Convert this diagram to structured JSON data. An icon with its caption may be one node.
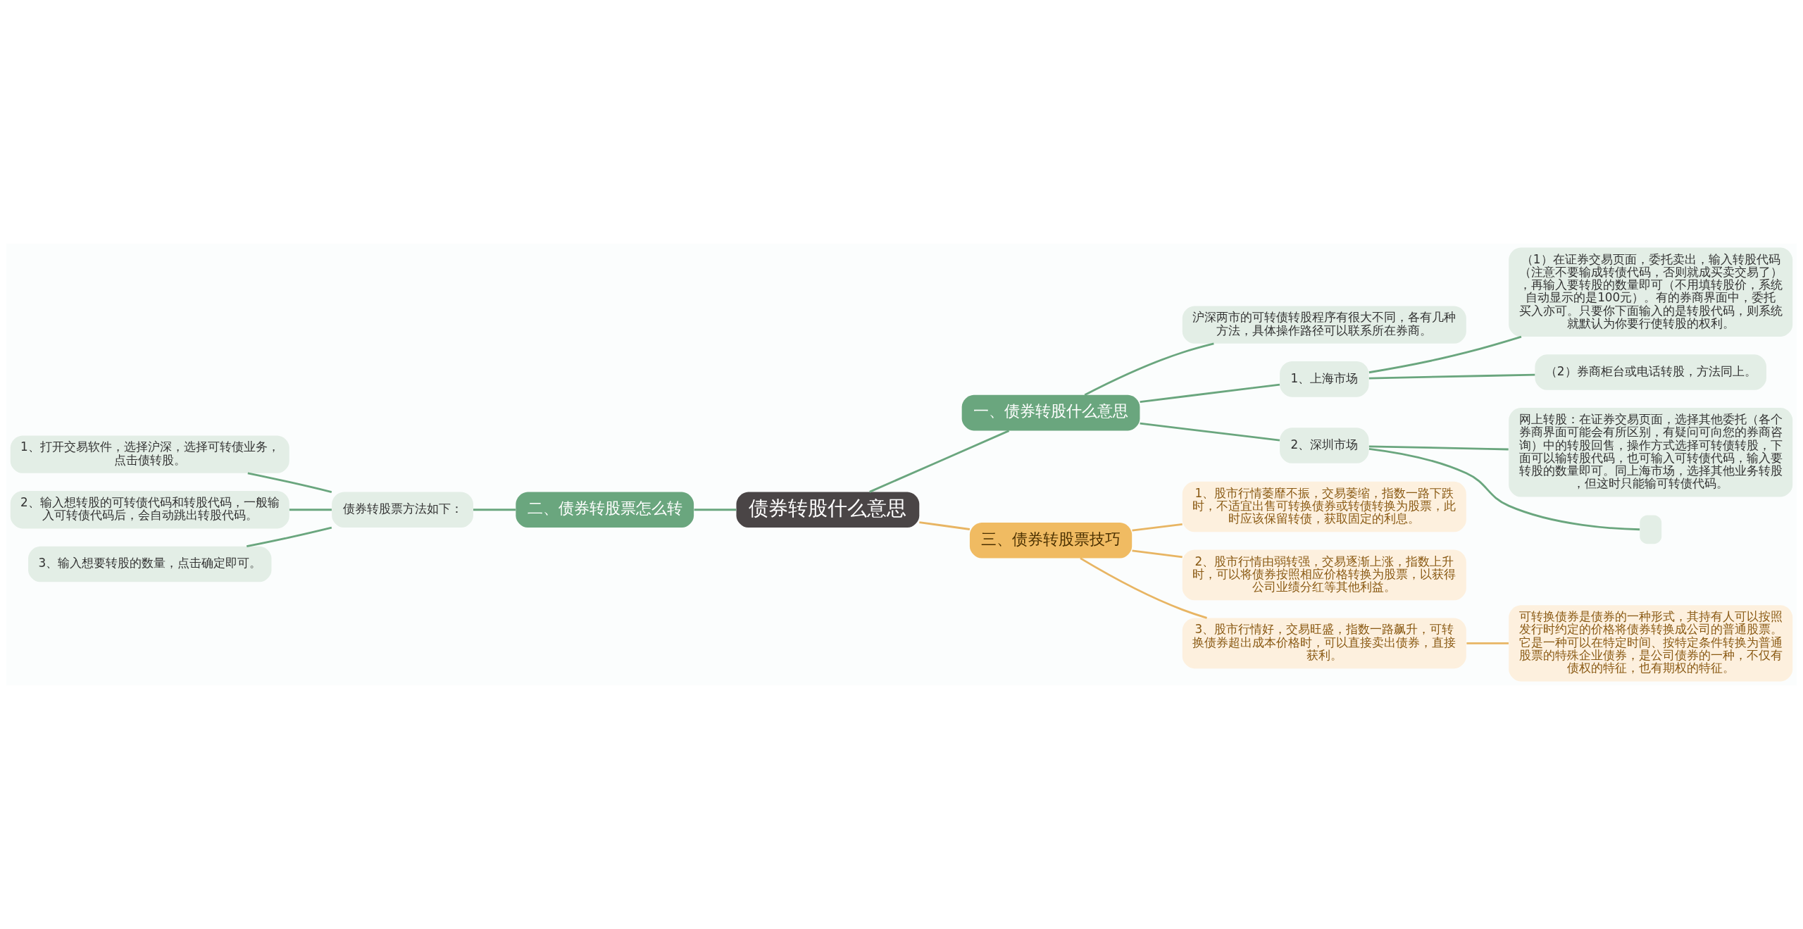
{
  "diagram": {
    "nodes": [
      {
        "text": [
          "债券转股什么意思"
        ]
      },
      {
        "text": [
          "一、债券转股什么意思"
        ]
      },
      {
        "text": [
          "沪深两市的可转债转股程序有很大不同，各有几种方法，具体操作路径可以联系所在券商。"
        ]
      },
      {
        "text": [
          "1、上海市场"
        ]
      },
      {
        "text": [
          "（1）在证券交易页面，委托卖出，输入转股代码（注意不要输成转债代码，否则就成买卖交易了），再输入要转股的数量即可（不用填转股价，系统自动显示的是100元）。有的券商界面中，委托买入亦可。只要你下面输入的是转股代码，则系统就默认为你要行使转股的权利。"
        ]
      },
      {
        "text": [
          "（2）券商柜台或电话转股，方法同上。"
        ]
      },
      {
        "text": [
          "2、深圳市场"
        ]
      },
      {
        "text": [
          "网上转股：在证券交易页面，选择其他委托（各个券商界面可能会有所区别，有疑问可向您的券商咨询）中的转股回售，操作方式选择可转债转股，下面可以输转股代码，也可输入可转债代码，输入要转股的数量即可。同上海市场，选择其他业务转股，但这时只能输可转债代码。"
        ]
      },
      {
        "text": [],
        "shape": "box"
      },
      {
        "text": [
          "二、债券转股票怎么转"
        ]
      },
      {
        "text": [
          "债券转股票方法如下："
        ]
      },
      {
        "text": [
          "1、打开交易软件，选择沪深，选择可转债业务，点击债转股。"
        ]
      },
      {
        "text": [
          "2、输入想转股的可转债代码和转股代码，一般输入可转债代码后，会自动跳出转股代码。"
        ]
      },
      {
        "text": [
          "3、输入想要转股的数量，点击确定即可。"
        ]
      },
      {
        "text": [
          "三、债券转股票技巧"
        ]
      },
      {
        "text": [
          "1、股市行情萎靡不振，交易萎缩，指数一路下跌时，不适宜出售可转换债券或转债转换为股票，此时应该保留转债，获取固定的利息。"
        ]
      },
      {
        "text": [
          "2、股市行情由弱转强，交易逐渐上涨，指数上升时，可以将债券按照相应价格转换为股票，以获得公司业绩分红等其他利益。"
        ]
      },
      {
        "text": [
          "3、股市行情好，交易旺盛，指数一路飙升，可转换债券超出成本价格时，可以直接卖出债券，直接获利。"
        ]
      },
      {
        "text": [
          "可转换债券是债券的一种形式，其持有人可以按照发行时约定的价格将债券转换成公司的普通股票。它是一种可以在特定时间、按特定条件转换为普通股票的特殊企业债券，是公司债券的一种，不仅有债权的特征，也有期权的特征。"
        ]
      }
    ],
    "edges": [
      {
        "from": 0,
        "to": 1,
        "arrow": "none"
      },
      {
        "from": 1,
        "to": 2,
        "arrow": "none"
      },
      {
        "from": 1,
        "to": 3,
        "arrow": "none"
      },
      {
        "from": 3,
        "to": 4,
        "arrow": "none"
      },
      {
        "from": 3,
        "to": 5,
        "arrow": "none"
      },
      {
        "from": 1,
        "to": 6,
        "arrow": "none"
      },
      {
        "from": 6,
        "to": 7,
        "arrow": "none"
      },
      {
        "from": 6,
        "to": 8,
        "arrow": "none"
      },
      {
        "from": 0,
        "to": 9,
        "arrow": "none"
      },
      {
        "from": 9,
        "to": 10,
        "arrow": "none"
      },
      {
        "from": 10,
        "to": 11,
        "arrow": "none"
      },
      {
        "from": 10,
        "to": 12,
        "arrow": "none"
      },
      {
        "from": 10,
        "to": 13,
        "arrow": "none"
      },
      {
        "from": 0,
        "to": 14,
        "arrow": "none",
        "color": "#e8b563"
      },
      {
        "from": 14,
        "to": 15,
        "arrow": "none",
        "color": "#e8b563"
      },
      {
        "from": 14,
        "to": 16,
        "arrow": "none",
        "color": "#e8b563"
      },
      {
        "from": 14,
        "to": 17,
        "arrow": "none",
        "color": "#e8b563"
      },
      {
        "from": 17,
        "to": 18,
        "arrow": "none",
        "color": "#e8b563"
      }
    ]
  }
}
